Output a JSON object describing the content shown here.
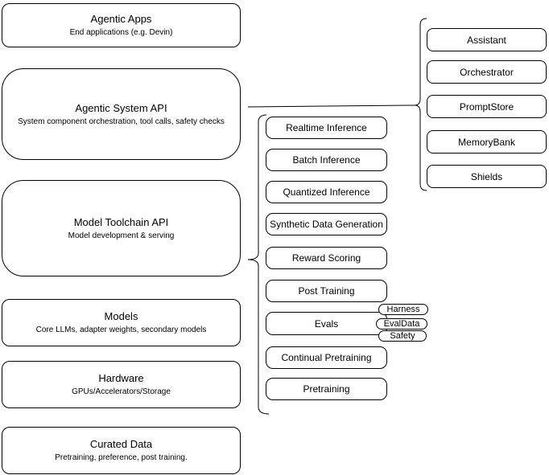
{
  "diagram": {
    "colors": {
      "stroke": "#000000",
      "fill": "#ffffff",
      "background": "#ffffff",
      "text": "#000000"
    },
    "left_column": [
      {
        "title": "Agentic Apps",
        "subtitle": "End applications (e.g. Devin)"
      },
      {
        "title": "Agentic System API",
        "subtitle": "System component orchestration, tool calls, safety checks"
      },
      {
        "title": "Model Toolchain API",
        "subtitle": "Model development & serving"
      },
      {
        "title": "Models",
        "subtitle": "Core LLMs, adapter weights, secondary models"
      },
      {
        "title": "Hardware",
        "subtitle": "GPUs/Accelerators/Storage"
      },
      {
        "title": "Curated Data",
        "subtitle": "Pretraining, preference, post training."
      }
    ],
    "toolchain_group": [
      {
        "label": "Realtime Inference"
      },
      {
        "label": "Batch Inference"
      },
      {
        "label": "Quantized Inference"
      },
      {
        "label": "Synthetic Data Generation"
      },
      {
        "label": "Reward Scoring"
      },
      {
        "label": "Post Training"
      },
      {
        "label": "Evals"
      },
      {
        "label": "Continual Pretraining"
      },
      {
        "label": "Pretraining"
      }
    ],
    "evals_tags": [
      {
        "label": "Harness"
      },
      {
        "label": "EvalData"
      },
      {
        "label": "Safety"
      }
    ],
    "system_group": [
      {
        "label": "Assistant"
      },
      {
        "label": "Orchestrator"
      },
      {
        "label": "PromptStore"
      },
      {
        "label": "MemoryBank"
      },
      {
        "label": "Shields"
      }
    ]
  }
}
